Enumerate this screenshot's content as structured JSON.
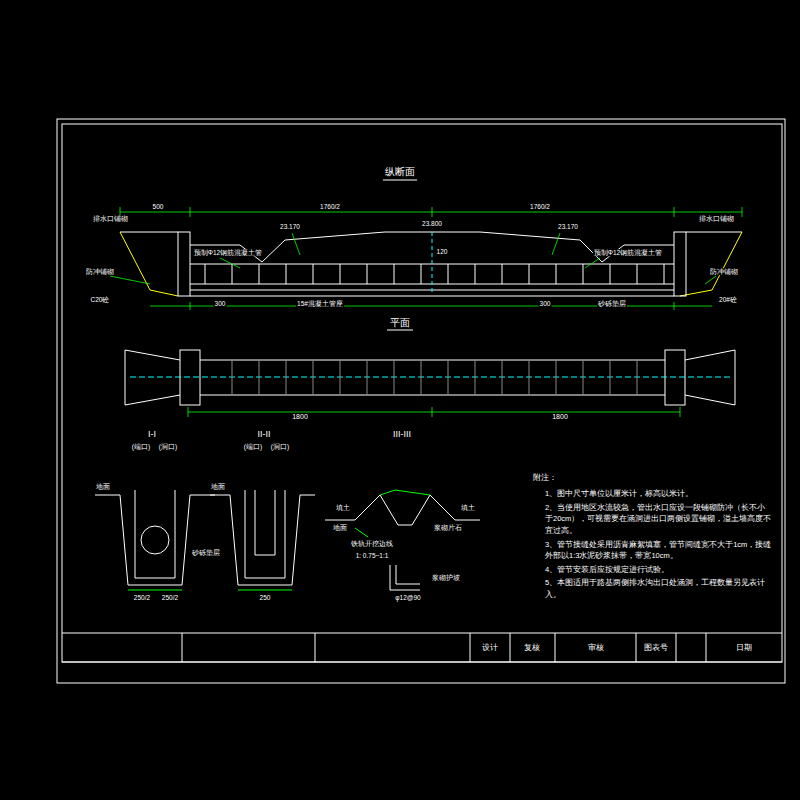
{
  "diagram": {
    "labels": [
      "纵断面",
      "500",
      "1760/2",
      "1760/2",
      "23.170",
      "23.800",
      "23.170",
      "120",
      "排水口铺砌",
      "排水口铺砌",
      "防冲铺砌",
      "防冲铺砌",
      "C20砼",
      "预制Φ12钢筋混凝土管",
      "预制Φ12钢筋混凝土管",
      "15#混凝土管座",
      "砂砾垫层",
      "20#砼",
      "300",
      "300",
      "平面",
      "1800",
      "1800",
      "I-I",
      "(端口)",
      "(洞口)",
      "II-II",
      "(端口)",
      "(洞口)",
      "III-III",
      "地面",
      "砂砾垫层",
      "250/2",
      "250/2",
      "地面",
      "250",
      "填土",
      "填土",
      "地面",
      "铁轨开挖边线",
      "1: 0.75~1:1",
      "浆砌片石",
      "浆砌护坡",
      "φ12@90",
      "附注：",
      "1、图中尺寸单位以厘米计，标高以米计。",
      "2、当使用地区水流较急，管出水口应设一段铺砌防冲（长不小于20cm），可视需要在涵洞进出口两侧设置铺砌，溢土墙高度不宜过高。",
      "3、管节接缝处采用沥青麻絮填塞，管节间缝宽不大于1cm，接缝外部以1:3水泥砂浆抹带，带宽10cm。",
      "4、管节安装后应按规定进行试验。",
      "5、本图适用于路基两侧排水沟出口处涵洞，工程数量另见表计入。",
      "设计",
      "复核",
      "审核",
      "图表号",
      "日期"
    ]
  }
}
